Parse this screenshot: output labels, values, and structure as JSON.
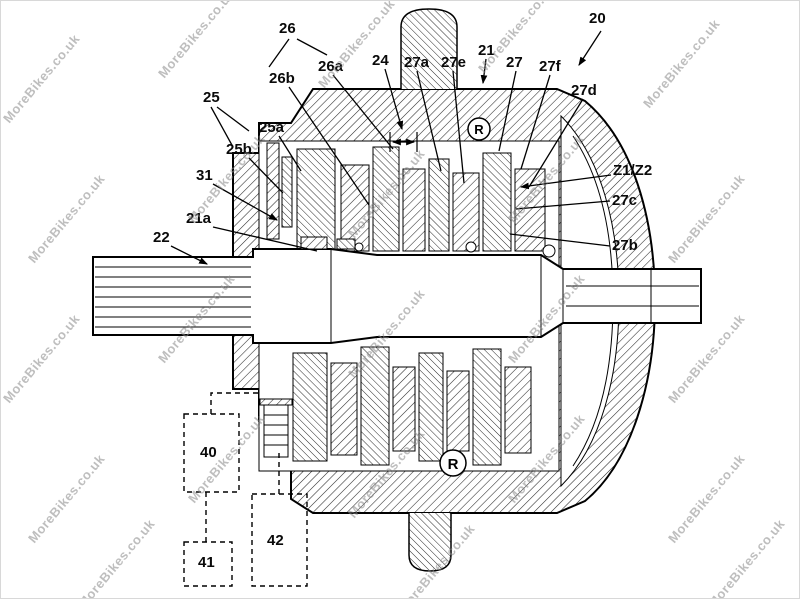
{
  "watermark": {
    "text": "MoreBikes.co.uk",
    "color": "#8a8a8a"
  },
  "diagram": {
    "type": "patent-cross-section-gearbox",
    "symbols": {
      "registered": "R"
    },
    "colors": {
      "line": "#000000",
      "background": "#ffffff"
    },
    "labels": {
      "l20": "20",
      "l21": "21",
      "l21a": "21a",
      "l22": "22",
      "l24": "24",
      "l25": "25",
      "l25a": "25a",
      "l25b": "25b",
      "l26": "26",
      "l26a": "26a",
      "l26b": "26b",
      "l27": "27",
      "l27a": "27a",
      "l27b": "27b",
      "l27c": "27c",
      "l27d": "27d",
      "l27e": "27e",
      "l27f": "27f",
      "l31": "31",
      "z1z2": "Z1/Z2",
      "l40": "40",
      "l41": "41",
      "l42": "42"
    }
  }
}
